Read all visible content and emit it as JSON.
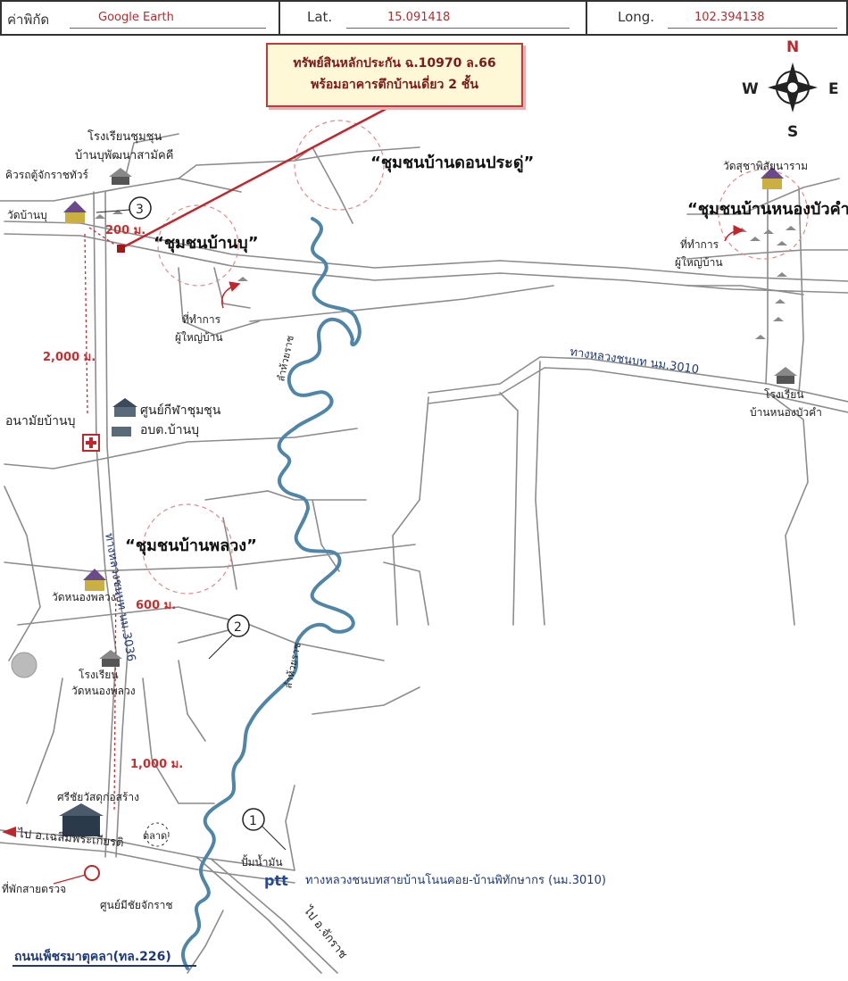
{
  "header": {
    "coord_label": "ค่าพิกัด",
    "coord_source": "Google Earth",
    "lat_label": "Lat.",
    "lat_value": "15.091418",
    "long_label": "Long.",
    "long_value": "102.394138"
  },
  "callout": {
    "line1": "ทรัพย์สินหลักประกัน ฉ.10970 ล.66",
    "line2": "พร้อมอาคารตึกบ้านเดี่ยว 2 ชั้น"
  },
  "compass": {
    "n": "N",
    "s": "S",
    "e": "E",
    "w": "W"
  },
  "communities": {
    "don_pradu": "“ชุมชนบ้านดอนประดู่”",
    "ban_bu": "“ชุมชนบ้านบุ”",
    "nong_bua_kham": "“ชุมชนบ้านหนองบัวคำ”",
    "ban_phluang": "“ชุมชนบ้านพลวง”"
  },
  "places": {
    "school_bu_1": "โรงเรียนชุมชุน",
    "school_bu_2": "บ้านบุพัฒนาสามัคคี",
    "driving_course": "คิวรถตู้จักราชทัวร์",
    "wat_ban_bu": "วัดบ้านบุ",
    "headman_bu_1": "ที่ทำการ",
    "headman_bu_2": "ผู้ใหญ่บ้าน",
    "health_center": "อนามัยบ้านบุ",
    "sports_1": "ศูนย์กีฬาชุมชุน",
    "sports_2": "อบต.บ้านบุ",
    "wat_nong_phluang": "วัดหนองพลวง",
    "school_np_1": "โรงเรียน",
    "school_np_2": "วัดหนองพลวง",
    "hardware": "ศรีชัยวัสดุก่อสร้าง",
    "market": "ตลาด",
    "gas_station": "ปั้มน้ำมัน",
    "ptt": "ptt",
    "checkpoint": "ที่พักสายตรวจ",
    "center_mee_chai": "ศูนย์มีชัยจักราช",
    "wat_suchapit": "วัดสุชาพิสัยนาราม",
    "headman_nbk_1": "ที่ทำการ",
    "headman_nbk_2": "ผู้ใหญ่บ้าน",
    "school_nbk_1": "โรงเรียน",
    "school_nbk_2": "บ้านหนองบัวคำ",
    "creek_1": "ลำห้วยราช",
    "creek_2": "ลำห้วยราช"
  },
  "roads": {
    "rural_3010": "ทางหลวงชนบท นม.3010",
    "rural_3036": "ทางหลวงชนบท นม.3036",
    "rural_long": "ทางหลวงชนบทสายบ้านโนนคอย-บ้านพิทักษากร (นม.3010)",
    "phetcharat": "ถนนเพ็ชรมาตุคลา(ทล.226)",
    "to_chaloem": "ไป อ.เฉลิมพระเกียรติ",
    "to_chakkarat": "ไป อ.จักราช"
  },
  "distances": {
    "d200": "200 ม.",
    "d2000": "2,000 ม.",
    "d600": "600 ม.",
    "d1000": "1,000 ม."
  },
  "markers": {
    "m1": "1",
    "m2": "2",
    "m3": "3"
  },
  "colors": {
    "river": "#4f86a8",
    "road": "#8c8c8c",
    "accent_red": "#c0262b",
    "distance_red": "#c23030",
    "road_label": "#1f3a7a"
  }
}
